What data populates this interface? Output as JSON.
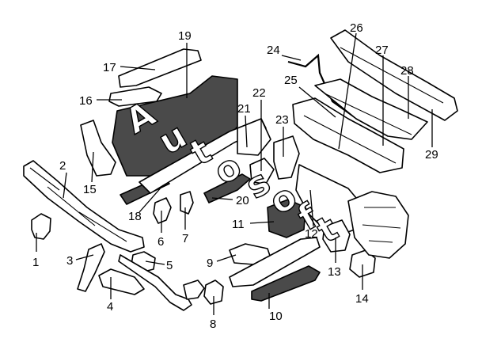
{
  "labels": [
    "1",
    "2",
    "3",
    "4",
    "5",
    "6",
    "7",
    "8",
    "9",
    "10",
    "11",
    "12",
    "13",
    "14",
    "15",
    "16",
    "17",
    "18",
    "19",
    "20",
    "21",
    "22",
    "23",
    "24",
    "25",
    "26",
    "27",
    "28",
    "29"
  ],
  "watermark": [
    "A",
    "u",
    "t",
    "o",
    "s",
    "o",
    "f",
    "t"
  ]
}
